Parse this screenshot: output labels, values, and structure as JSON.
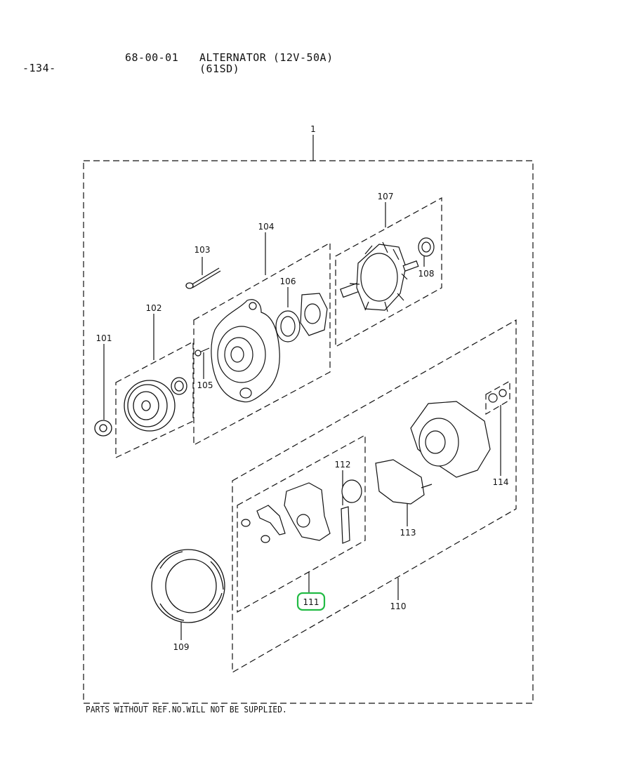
{
  "header": {
    "page_number": "-134-",
    "catalog_code": "68-00-01",
    "title_line1": "ALTERNATOR (12V-50A)",
    "title_line2": "(61SD)"
  },
  "diagram": {
    "labels": {
      "l1": "1",
      "l101": "101",
      "l102": "102",
      "l103": "103",
      "l104": "104",
      "l105": "105",
      "l106": "106",
      "l107": "107",
      "l108": "108",
      "l109": "109",
      "l110": "110",
      "l111": "111",
      "l112": "112",
      "l113": "113",
      "l114": "114"
    },
    "highlight_color": "#22bb44",
    "line_color": "#111111"
  },
  "footer": {
    "note": "PARTS WITHOUT REF.NO.WILL NOT BE SUPPLIED."
  }
}
